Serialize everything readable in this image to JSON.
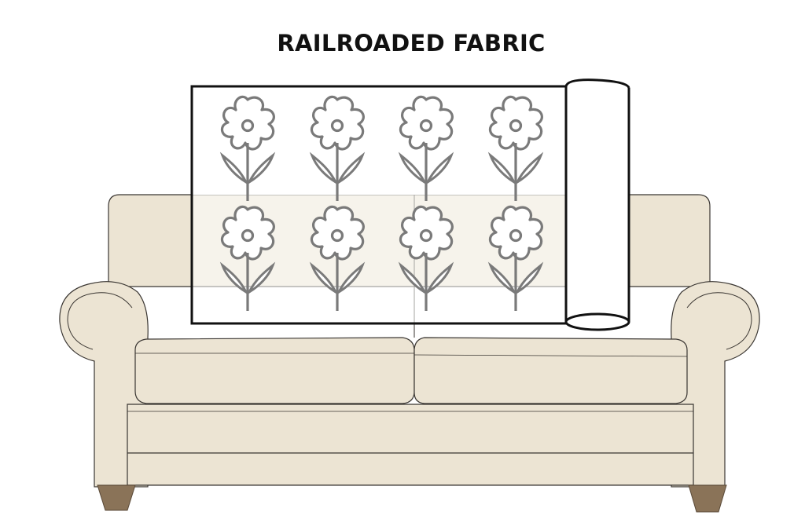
{
  "title": "RAILROADED FABRIC",
  "colors": {
    "sofa_fill": "#ece4d3",
    "sofa_stroke": "#3a3632",
    "fabric_overlay": "#ffffff",
    "flower_stroke": "#7a7a7a",
    "leg_fill": "#8a7358",
    "panel_border": "#111111"
  },
  "illustration": {
    "subject": "sofa",
    "fabric_pattern": "flower-icon",
    "flower_grid": {
      "rows": 2,
      "columns": 4
    },
    "fabric_roll": "rolled-fabric-icon"
  }
}
